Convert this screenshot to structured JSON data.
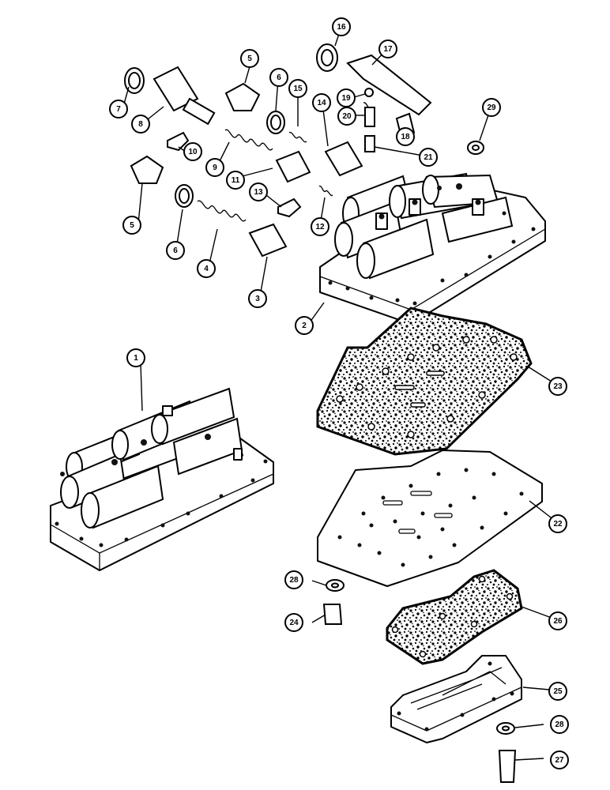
{
  "diagram": {
    "callouts": [
      "1",
      "2",
      "3",
      "4",
      "5",
      "5",
      "6",
      "6",
      "7",
      "8",
      "9",
      "10",
      "11",
      "12",
      "13",
      "14",
      "15",
      "16",
      "17",
      "18",
      "19",
      "20",
      "21",
      "22",
      "23",
      "24",
      "25",
      "26",
      "27",
      "28",
      "28",
      "29"
    ]
  }
}
